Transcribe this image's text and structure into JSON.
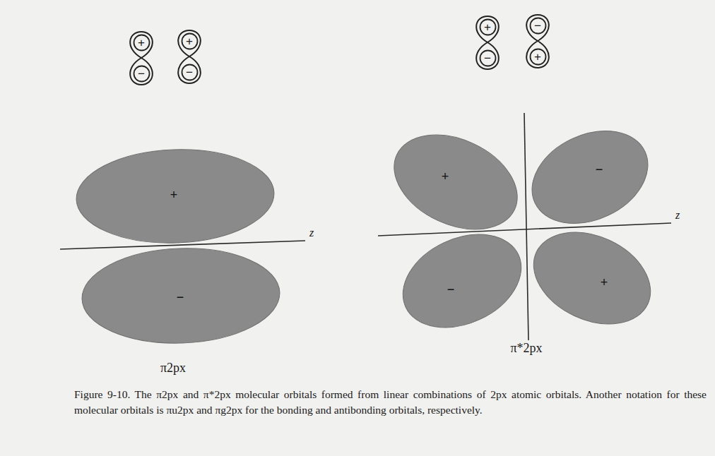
{
  "diagram": {
    "caption": "Figure 9-10. The π2px and π*2px molecular orbitals formed from linear combinations of 2px atomic orbitals. Another notation for these molecular orbitals is πu2px and πg2px for the bonding and antibonding orbitals, respectively.",
    "nodes": [
      {
        "text": [
          "+"
        ]
      },
      {
        "text": [
          "−"
        ]
      },
      {
        "text": [
          "+"
        ]
      },
      {
        "text": [
          "−"
        ]
      },
      {
        "text": [
          "+"
        ]
      },
      {
        "text": [
          "−"
        ]
      },
      {
        "text": [
          "−"
        ]
      },
      {
        "text": [
          "+"
        ]
      },
      {
        "text": [
          "+"
        ]
      },
      {
        "text": [
          "−"
        ]
      },
      {
        "text": [
          "+"
        ]
      },
      {
        "text": [
          "−"
        ]
      },
      {
        "text": [
          "−"
        ]
      },
      {
        "text": [
          "+"
        ]
      }
    ],
    "labels": [
      "z",
      "z",
      "π2px",
      "π*2px"
    ]
  }
}
